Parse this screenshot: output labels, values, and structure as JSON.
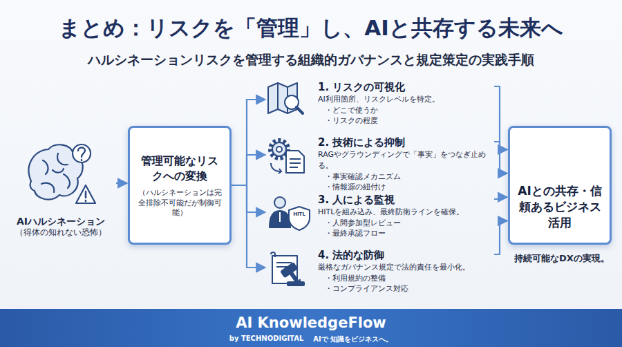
{
  "diagram": {
    "title": "まとめ：リスクを「管理」し、AIと共存する未来へ",
    "nodes": [
      {
        "text": [
          "AIハルシネーション",
          "（得体の知れない恐怖）"
        ]
      },
      {
        "text": [
          "管理可能なリスクへの変換",
          "（ハルシネーションは完全排除不可能だが制御可能）"
        ]
      },
      {
        "text": [
          "1. リスクの可視化",
          "AI利用箇所、リスクレベルを特定。",
          "・どこで使うか",
          "・リスクの程度"
        ]
      },
      {
        "text": [
          "2. 技術による抑制",
          "RAGやグラウンディングで「事実」をつなぎ止める。",
          "・事実確認メカニズム",
          "・情報源の紐付け"
        ]
      },
      {
        "text": [
          "3. 人による監視",
          "HITLを組み込み、最終防衛ラインを確保。",
          "・人間参加型レビュー",
          "・最終承認フロー"
        ]
      },
      {
        "text": [
          "4. 法的な防御",
          "厳格なガバナンス規定で法的責任を最小化。",
          "・利用規約の整備",
          "・コンプライアンス対応"
        ]
      },
      {
        "text": [
          "AIとの共存・信頼あるビジネス活用",
          "持続可能なDXの実現。"
        ]
      }
    ],
    "edges": [
      {
        "from": 0,
        "to": 1,
        "arrow": "to"
      },
      {
        "from": 1,
        "to": 2,
        "arrow": "to"
      },
      {
        "from": 1,
        "to": 3,
        "arrow": "to"
      },
      {
        "from": 1,
        "to": 4,
        "arrow": "to"
      },
      {
        "from": 1,
        "to": 5,
        "arrow": "to"
      },
      {
        "from": 2,
        "to": 6,
        "arrow": "to"
      },
      {
        "from": 3,
        "to": 6,
        "arrow": "to"
      },
      {
        "from": 4,
        "to": 6,
        "arrow": "to"
      },
      {
        "from": 5,
        "to": 6,
        "arrow": "to"
      }
    ],
    "labels": [
      "ハルシネーションリスクを管理する組織的ガバナンスと規定策定の実践手順",
      "HITL",
      "AI",
      "AI KnowledgeFlow",
      "by TECHNODIGITAL",
      "AIで 知識をビジネスへ。"
    ]
  }
}
